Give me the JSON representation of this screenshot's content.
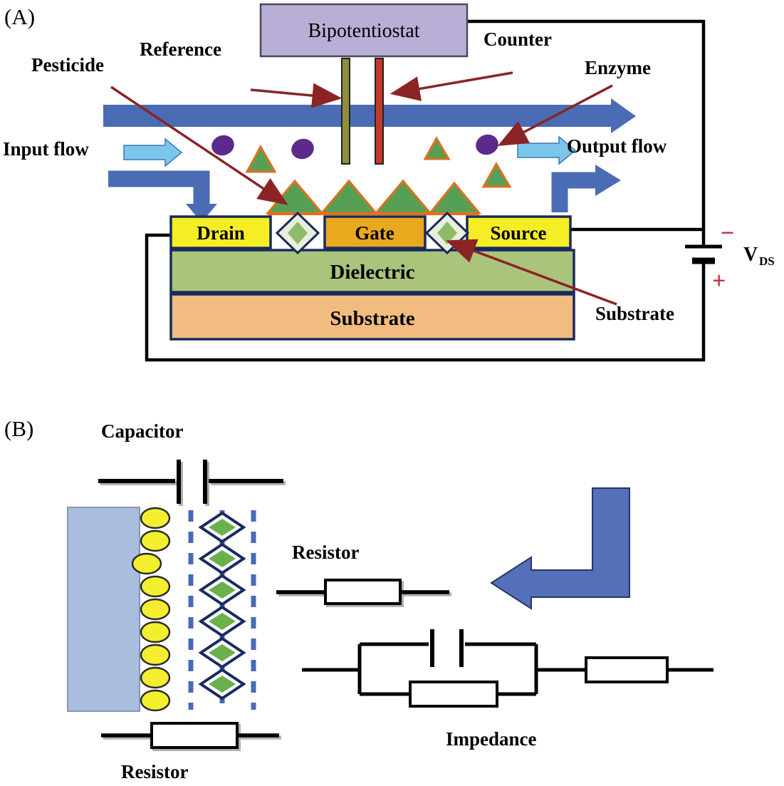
{
  "panel_a": {
    "label": "(A)",
    "bipotentiostat_label": "Bipotentiostat",
    "counter_label": "Counter",
    "reference_label": "Reference",
    "pesticide_label": "Pesticide",
    "enzyme_label": "Enzyme",
    "input_flow_label": "Input flow",
    "output_flow_label": "Output flow",
    "drain_label": "Drain",
    "gate_label": "Gate",
    "source_label": "Source",
    "dielectric_label": "Dielectric",
    "substrate_layer_label": "Substrate",
    "substrate_callout_label": "Substrate",
    "vds_label": "V",
    "vds_subscript": "DS",
    "battery_minus": "−",
    "battery_plus": "+"
  },
  "panel_b": {
    "label": "(B)",
    "capacitor_label": "Capacitor",
    "resistor_top_label": "Resistor",
    "resistor_bottom_label": "Resistor",
    "impedance_label": "Impedance"
  },
  "colors": {
    "channel_blue": "#4a6cb4",
    "flow_arrow_blue": "#7cc5ec",
    "box_yellow": "#f6ee24",
    "gate_orange": "#e9a91e",
    "dielectric_green": "#abc47c",
    "substrate_tan": "#f2bc80",
    "bipotentiostat_purple": "#b9afd6",
    "triangle_green": "#55a055",
    "triangle_border_orange": "#e07020",
    "enzyme_purple": "#5b2a8c",
    "callout_arrow_red": "#8b2424",
    "battery_mark_red": "#c03040",
    "electrode_plate_blue": "#a9bddc",
    "diamond_green": "#6ab04c",
    "outline_navy": "#1a2a5e",
    "big_arrow_blue": "#5470b8",
    "ion_yellow": "#f3ef2f"
  }
}
